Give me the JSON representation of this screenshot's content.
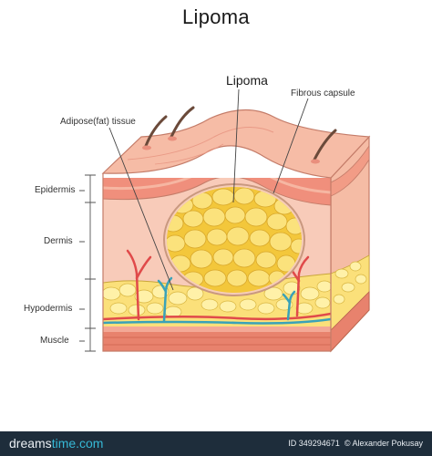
{
  "title": "Lipoma",
  "labels": {
    "lipoma": "Lipoma",
    "fibrous_capsule": "Fibrous capsule",
    "adipose": "Adipose(fat) tissue",
    "epidermis": "Epidermis",
    "dermis": "Dermis",
    "hypodermis": "Hypodermis",
    "muscle": "Muscle"
  },
  "footer": {
    "brand_left": "dreams",
    "brand_right": "time.com",
    "id": "ID 349294671",
    "author": "© Alexander Pokusay"
  },
  "colors": {
    "skin": "#f4b7a1",
    "epidermis": "#f08f7c",
    "dermis": "#f8c9b8",
    "fat": "#fbe27c",
    "fat_dark": "#f3c73b",
    "vessel_red": "#e04a4a",
    "vessel_blue": "#3aa2b8",
    "muscle": "#e8826d",
    "footer_bg": "#1e2d3b"
  }
}
